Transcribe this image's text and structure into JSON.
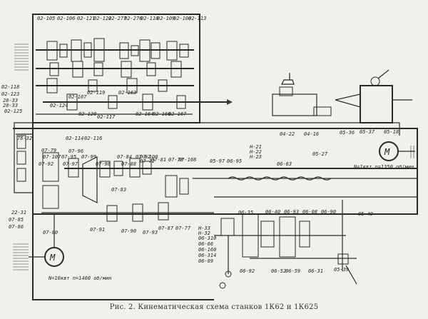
{
  "caption": "Рис. 2. Кинематическая схема станков 1К62 и 1К625",
  "motors": {
    "main": {
      "symbol": "M",
      "rating": "N=10квт n=1460 об/мин"
    },
    "feed": {
      "symbol": "M",
      "rating": "N=1квт n=1350 об/мин"
    }
  },
  "labels": [
    "02-105",
    "02-106",
    "02-121",
    "02-122",
    "02-277",
    "02-276",
    "02-110",
    "02-109",
    "02-108",
    "02-113",
    "02-118",
    "02-123",
    "02-124",
    "02-107",
    "02-119",
    "02-163",
    "02-120",
    "02-117",
    "28-33",
    "28-33",
    "02-125",
    "02-164",
    "02-166",
    "02-167",
    "04-22",
    "04-16",
    "05-36",
    "05-37",
    "05-18",
    "78-32",
    "02-114",
    "02-116",
    "07-79",
    "07-107",
    "07-95",
    "07-99",
    "07-98",
    "07-84",
    "07-82",
    "07-81",
    "07-78",
    "07-96",
    "07-92",
    "07-97",
    "07-108",
    "07-88",
    "07-83",
    "07-72",
    "07-100",
    "05-97",
    "06-95",
    "06-63",
    "05-27",
    "H-21",
    "H-22",
    "H-23",
    "22-31",
    "07-85",
    "07-86",
    "07-80",
    "07-91",
    "07-90",
    "07-93",
    "07-87",
    "07-77",
    "06-35",
    "06-40",
    "06-93",
    "06-08",
    "06-90",
    "05-49",
    "H-33",
    "H-32",
    "06-310",
    "06-66",
    "06-160",
    "06-314",
    "06-89",
    "06-92",
    "06-52",
    "06-59",
    "06-31",
    "05-39"
  ]
}
